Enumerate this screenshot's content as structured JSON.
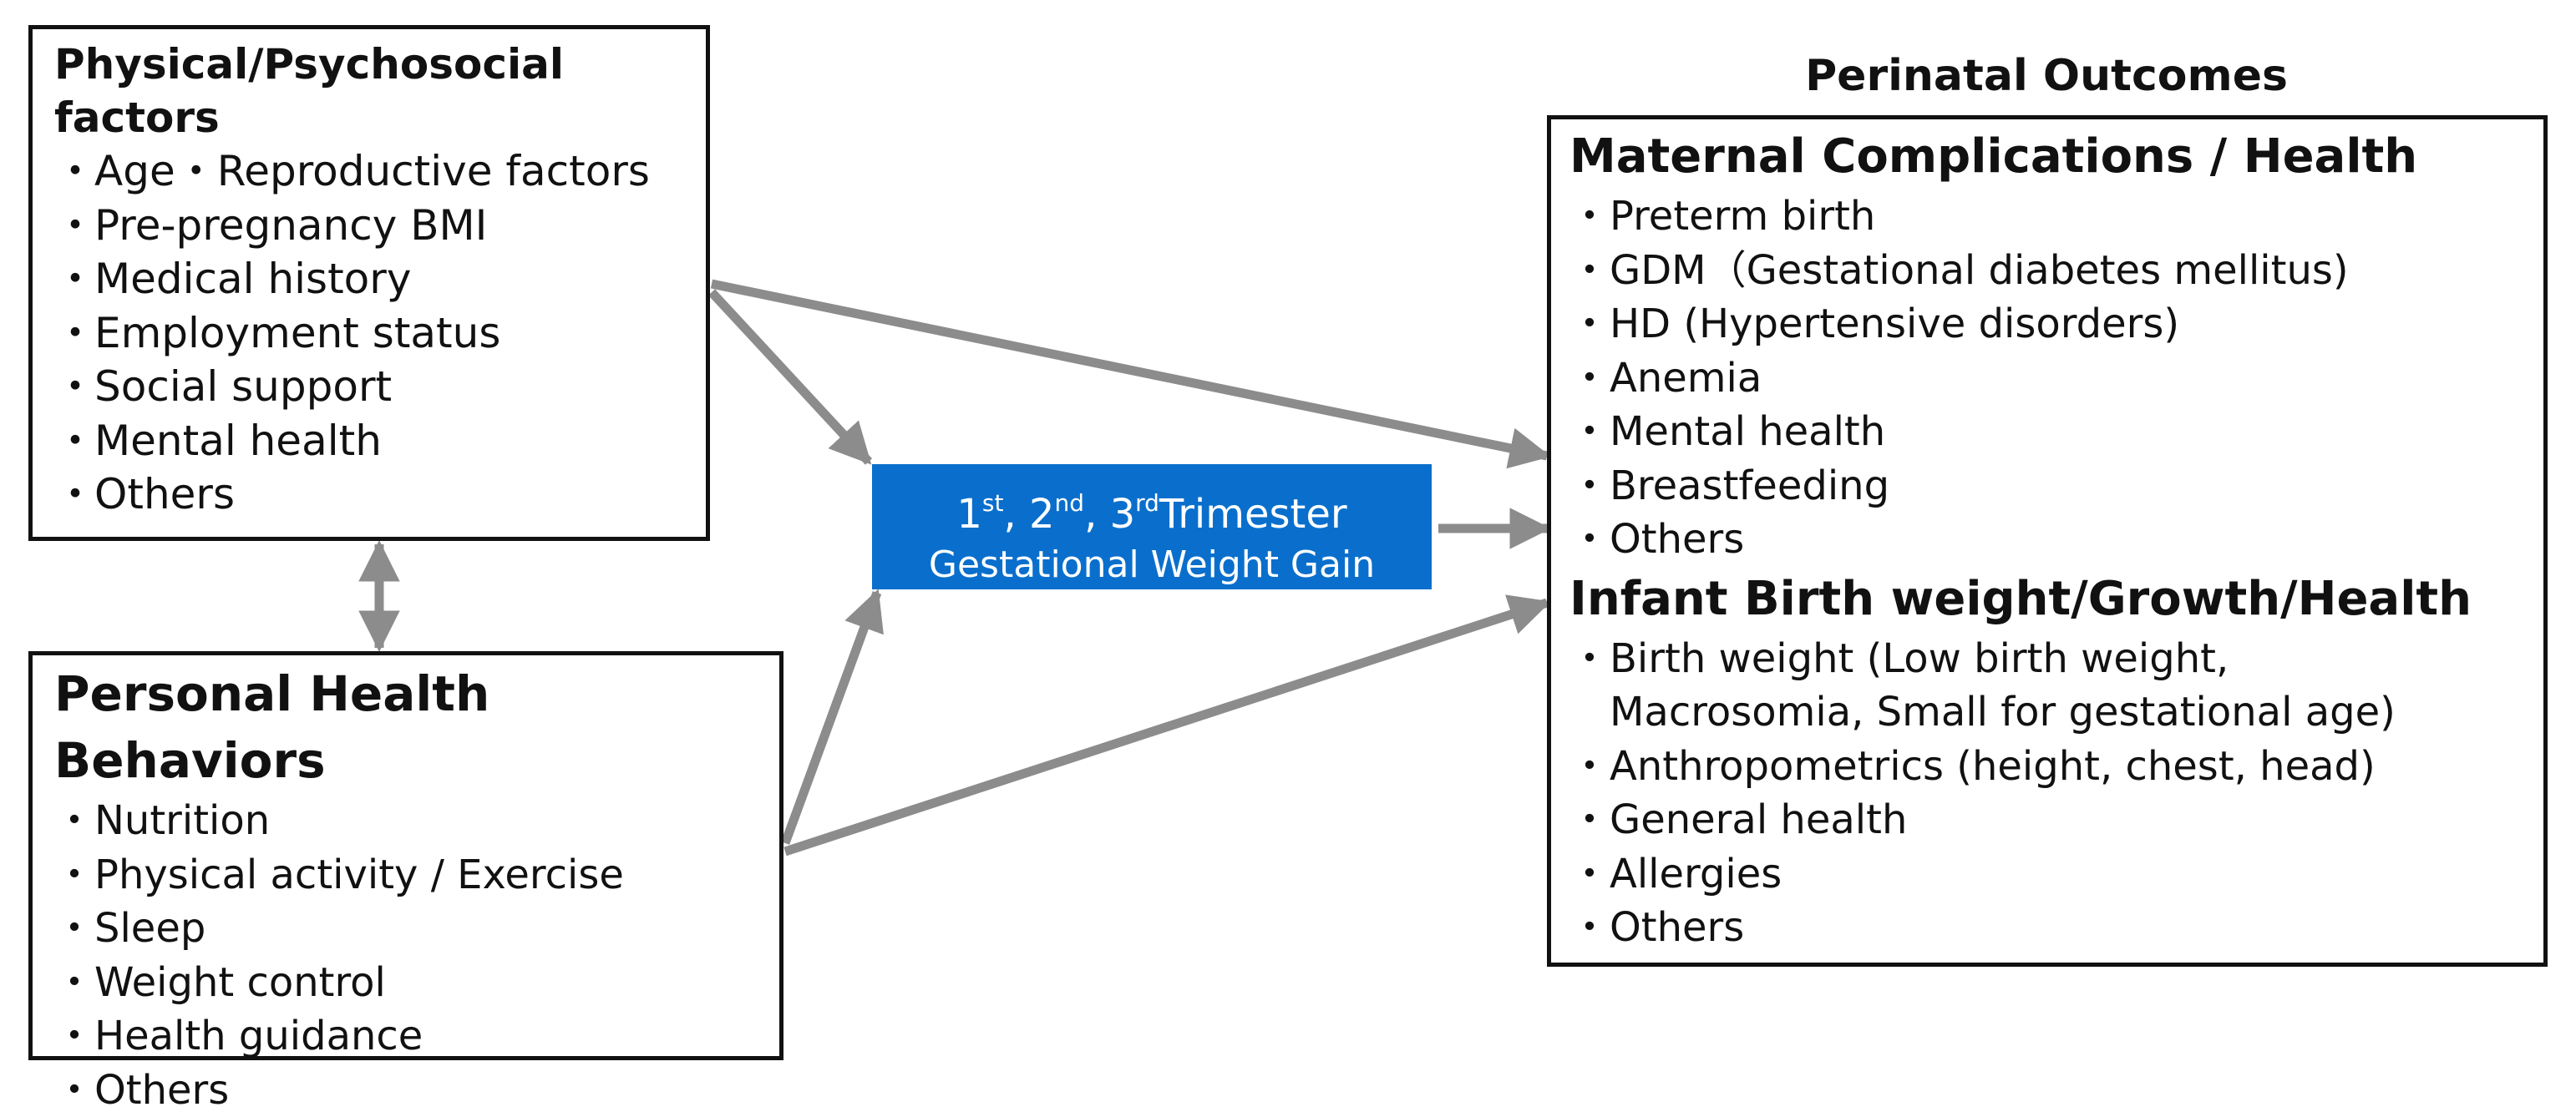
{
  "physical_factors": {
    "heading_line1": "Physical/Psychosocial",
    "heading_line2": "factors",
    "items": [
      "Age・Reproductive factors",
      "Pre-pregnancy BMI",
      "Medical history",
      "Employment status",
      "Social support",
      "Mental health",
      "Others"
    ]
  },
  "health_behaviors": {
    "heading": "Personal Health Behaviors",
    "items": [
      "Nutrition",
      "Physical activity / Exercise",
      "Sleep",
      "Weight control",
      "Health guidance",
      "Others"
    ]
  },
  "gestational_weight_gain": {
    "ord1_num": "1",
    "ord1_suffix": "st",
    "sep1": ", ",
    "ord2_num": "2",
    "ord2_suffix": "nd",
    "sep2": ", ",
    "ord3_num": "3",
    "ord3_suffix": "rd",
    "trimester": "Trimester",
    "line2": "Gestational Weight Gain",
    "fill_color": "#0a6fcc"
  },
  "perinatal_outcomes": {
    "title": "Perinatal Outcomes",
    "maternal": {
      "heading": "Maternal Complications / Health",
      "items": [
        "Preterm birth",
        "GDM（Gestational diabetes mellitus)",
        "HD (Hypertensive disorders)",
        "Anemia",
        "Mental health",
        "Breastfeeding",
        "Others"
      ]
    },
    "infant": {
      "heading": "Infant Birth weight/Growth/Health",
      "birth_weight_line1": "Birth weight (Low birth weight,",
      "birth_weight_line2": "Macrosomia,  Small for gestational age)",
      "items": [
        "Anthropometrics (height, chest, head)",
        "General health",
        "Allergies",
        "Others"
      ]
    }
  },
  "arrow_color": "#8c8c8c"
}
